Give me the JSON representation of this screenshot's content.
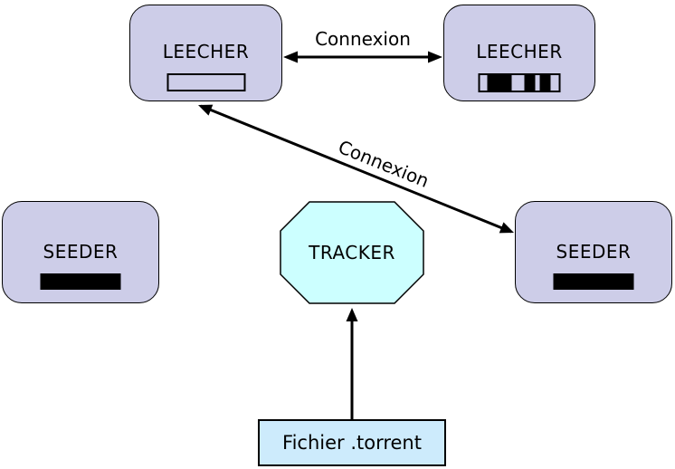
{
  "diagram": {
    "title_hint": "BitTorrent peers diagram",
    "nodes": {
      "leecher_left": {
        "label": "LEECHER",
        "progress_state": "empty"
      },
      "leecher_right": {
        "label": "LEECHER",
        "progress_state": "partial"
      },
      "seeder_left": {
        "label": "SEEDER",
        "progress_state": "full"
      },
      "seeder_right": {
        "label": "SEEDER",
        "progress_state": "full"
      },
      "tracker": {
        "label": "TRACKER"
      },
      "torrent_file": {
        "label": "Fichier .torrent"
      }
    },
    "edges": {
      "leecher_to_leecher": {
        "label": "Connexion",
        "style": "double-arrow"
      },
      "leecher_to_seeder": {
        "label": "Connexion",
        "style": "double-arrow"
      },
      "file_to_tracker": {
        "label": "",
        "style": "single-arrow-up"
      }
    },
    "progress_segments": {
      "leecher_right": [
        {
          "filled": false,
          "w": 8
        },
        {
          "filled": true,
          "w": 28
        },
        {
          "filled": false,
          "w": 14
        },
        {
          "filled": true,
          "w": 12
        },
        {
          "filled": false,
          "w": 6
        },
        {
          "filled": true,
          "w": 12
        },
        {
          "filled": false,
          "w": 9
        }
      ]
    },
    "colors": {
      "background": "#ffffff",
      "peer_fill": "#cdcde8",
      "tracker_fill": "#ccffff",
      "file_fill": "#cdebfc",
      "line": "#000000",
      "bar_filled": "#000000"
    }
  }
}
